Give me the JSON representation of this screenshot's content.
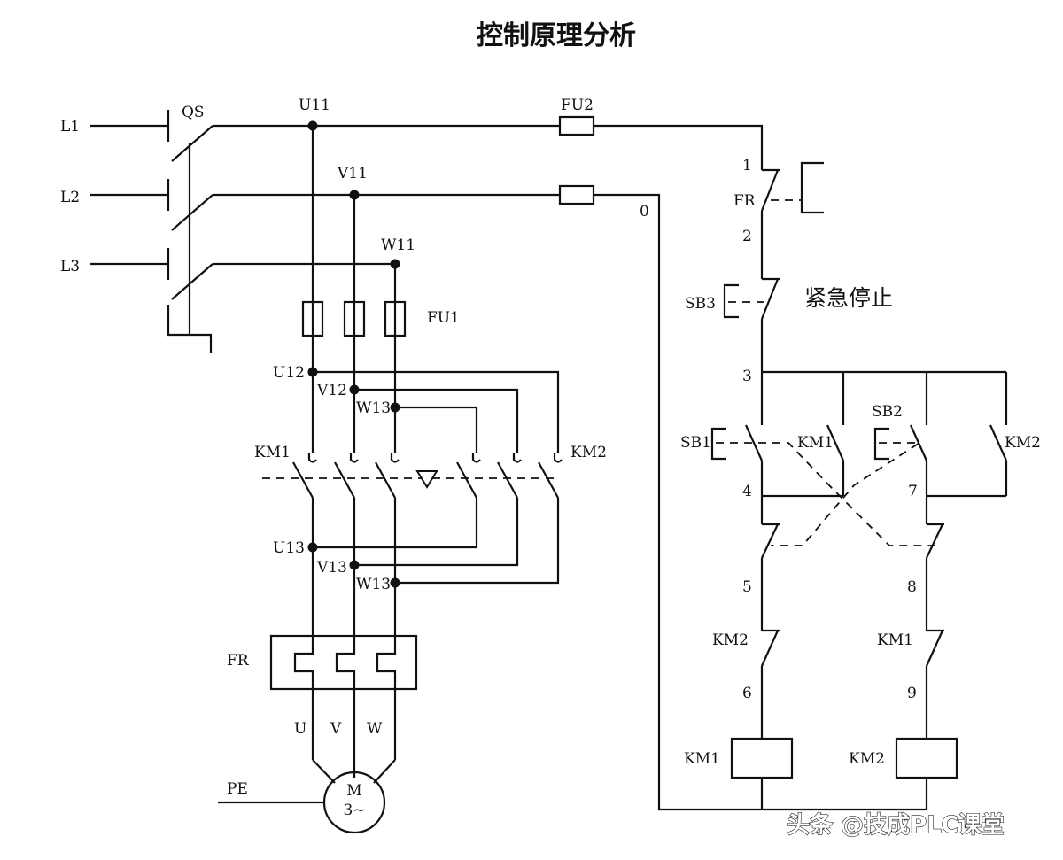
{
  "title": "控制原理分析",
  "lines": [
    "L1",
    "L2",
    "L3"
  ],
  "main_switch": "QS",
  "supply_nodes": [
    "U11",
    "V11",
    "W11"
  ],
  "fuse_main": "FU1",
  "fuse_control": "FU2",
  "mid_nodes_top": [
    "U12",
    "V12",
    "W13"
  ],
  "contactors": [
    "KM1",
    "KM2"
  ],
  "mid_nodes_bottom": [
    "U13",
    "V13",
    "W13"
  ],
  "thermal_relay": "FR",
  "motor_terminals": [
    "U",
    "V",
    "W"
  ],
  "motor": {
    "line1": "M",
    "line2": "3~"
  },
  "earth": "PE",
  "control": {
    "neutral_wire": "0",
    "wire_numbers": [
      "1",
      "2",
      "3",
      "4",
      "5",
      "6",
      "7",
      "8",
      "9"
    ],
    "emergency_stop_button": "SB3",
    "emergency_stop_note": "紧急停止",
    "forward_button": "SB1",
    "reverse_button": "SB2",
    "interlock_km2": "KM2",
    "interlock_km1": "KM1",
    "coil_km1": "KM1",
    "coil_km2": "KM2"
  },
  "watermark": "头条 @技成PLC课堂"
}
